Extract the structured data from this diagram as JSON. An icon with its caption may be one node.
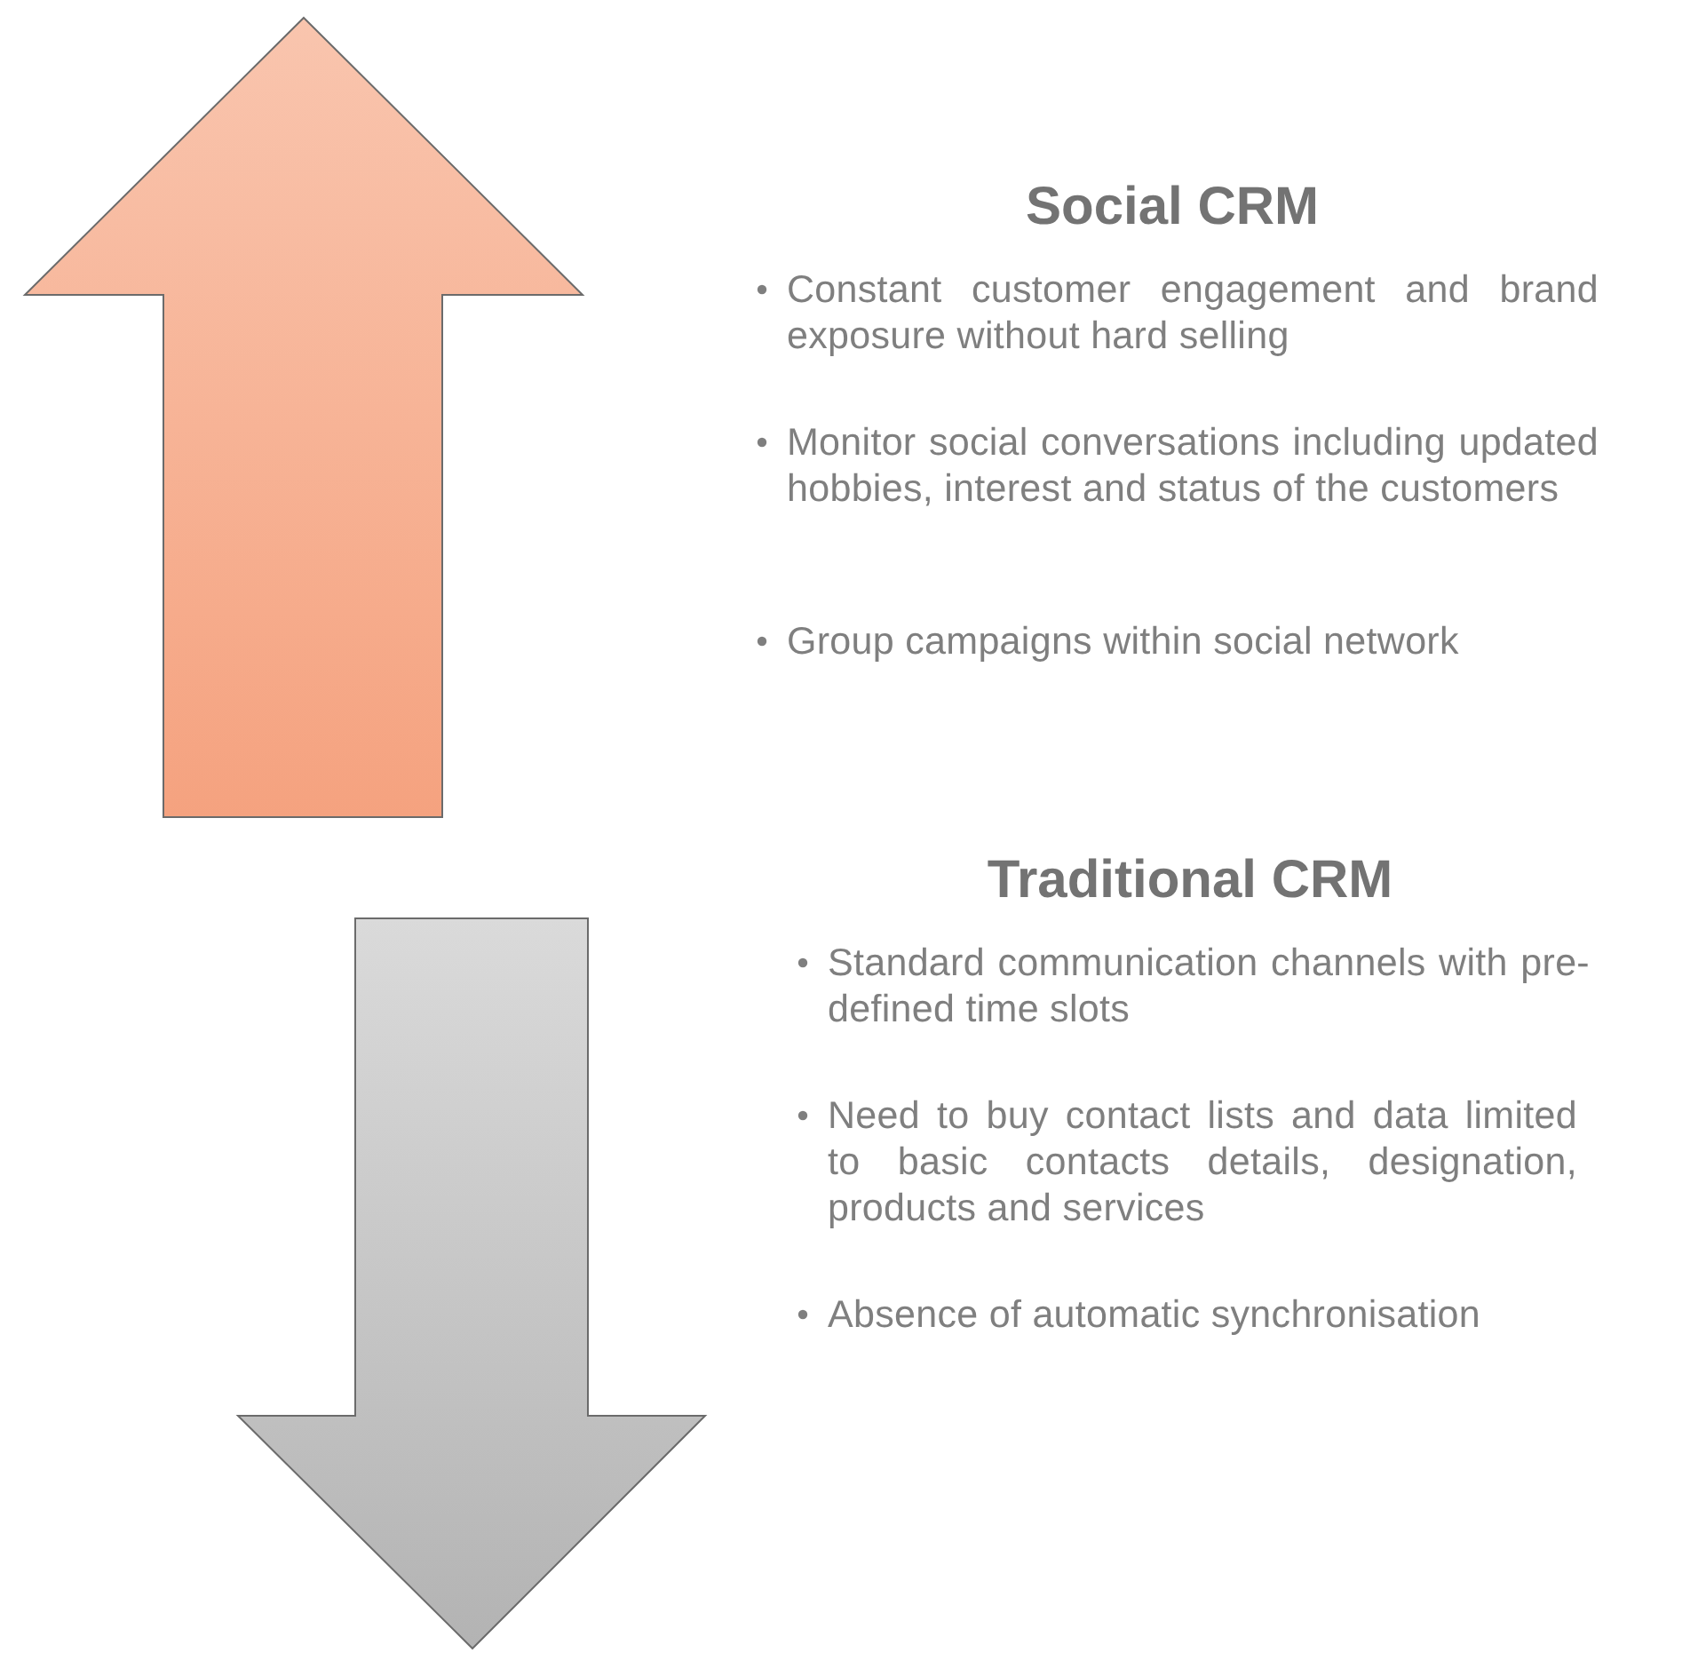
{
  "diagram": {
    "labels": [
      "Social CRM",
      "Constant customer engagement and brand exposure without hard selling",
      "Monitor social conversations including updated hobbies, interest and status of the customers",
      "Group campaigns within social network",
      "Traditional CRM",
      "Standard communication channels with pre-defined time slots",
      "Need to buy contact lists and data limited to basic contacts details, designation, products and services",
      "Absence of automatic synchronisation"
    ]
  }
}
